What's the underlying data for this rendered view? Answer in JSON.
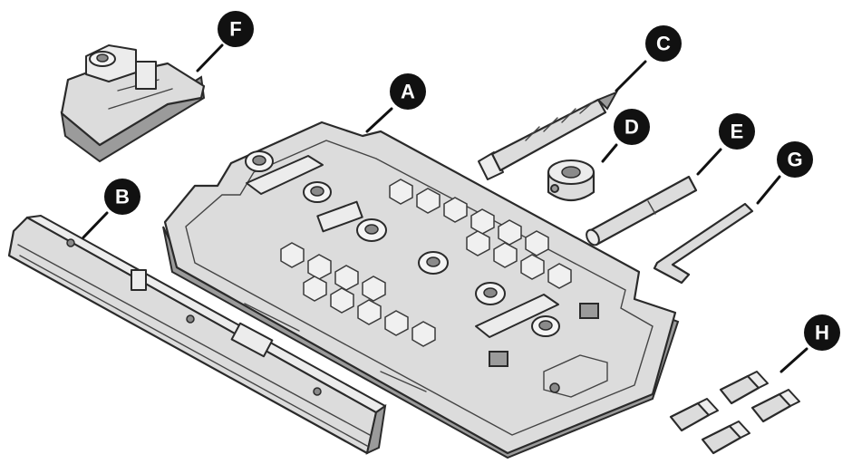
{
  "labels": {
    "a": "A",
    "b": "B",
    "c": "C",
    "d": "D",
    "e": "E",
    "f": "F",
    "g": "G",
    "h": "H"
  },
  "colors": {
    "badge": "#111111",
    "badge_text": "#ffffff",
    "part_fill": "#dcdcdc",
    "outline": "#2a2a2a"
  }
}
